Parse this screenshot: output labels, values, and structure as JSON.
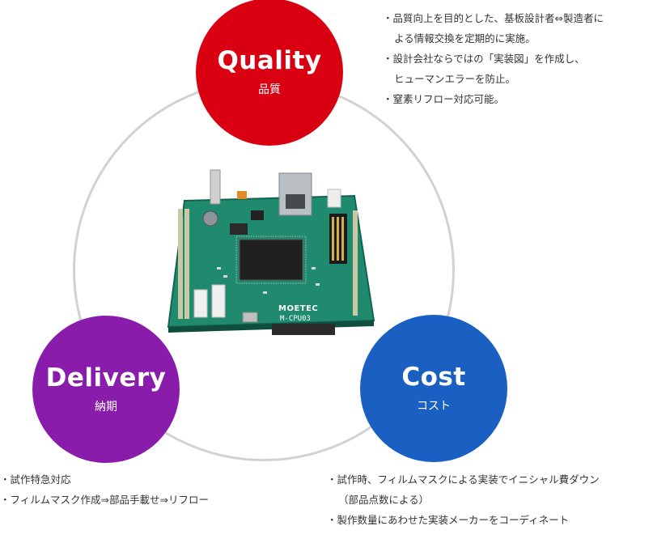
{
  "colors": {
    "quality": "#d90012",
    "delivery": "#8a1cac",
    "cost": "#1a5fc2",
    "ring": "#d2d2d2",
    "board_pcb": "#1f8a6e"
  },
  "quality": {
    "title": "Quality",
    "subtitle": "品質",
    "notes": [
      "・品質向上を目的とした、基板設計者⇔製造者に",
      "よる情報交換を定期的に実施。",
      "・設計会社ならではの「実装図」を作成し、",
      "ヒューマンエラーを防止。",
      "・窒素リフロー対応可能。"
    ]
  },
  "delivery": {
    "title": "Delivery",
    "subtitle": "納期",
    "notes": [
      "・試作特急対応",
      "・フィルムマスク作成⇒部品手載せ⇒リフロー"
    ]
  },
  "cost": {
    "title": "Cost",
    "subtitle": "コスト",
    "notes": [
      "・試作時、フィルムマスクによる実装でイニシャル費ダウン",
      "（部品点数による）",
      "・製作数量にあわせた実装メーカーをコーディネート"
    ]
  },
  "board": {
    "brand": "MOETEC",
    "model": "M-CPU03"
  }
}
